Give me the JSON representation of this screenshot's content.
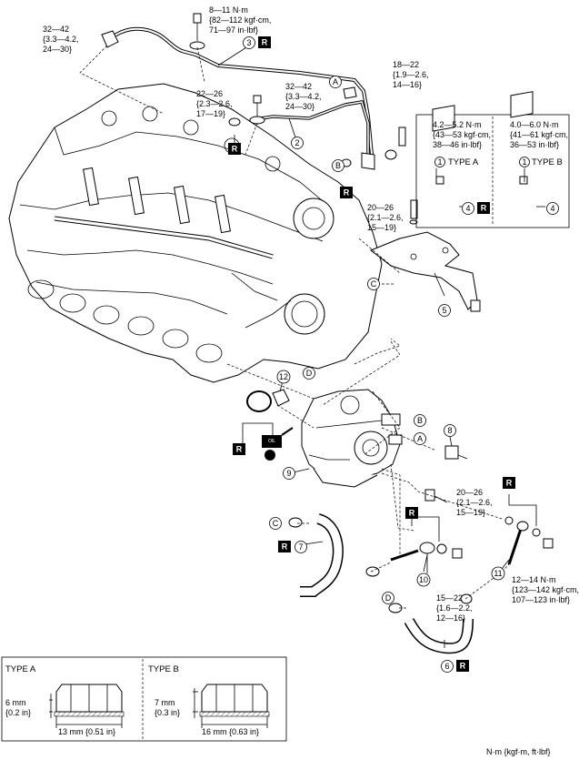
{
  "callouts": [
    {
      "id": "c1a",
      "num": "1"
    },
    {
      "id": "c1b",
      "num": "1"
    },
    {
      "id": "c2",
      "num": "2"
    },
    {
      "id": "c3",
      "num": "3"
    },
    {
      "id": "c4a",
      "num": "4"
    },
    {
      "id": "c4b",
      "num": "4"
    },
    {
      "id": "c5",
      "num": "5"
    },
    {
      "id": "c6",
      "num": "6"
    },
    {
      "id": "c7",
      "num": "7"
    },
    {
      "id": "c8",
      "num": "8"
    },
    {
      "id": "c9",
      "num": "9"
    },
    {
      "id": "c10",
      "num": "10"
    },
    {
      "id": "c11",
      "num": "11"
    },
    {
      "id": "c12",
      "num": "12"
    }
  ],
  "letters": {
    "A": "A",
    "B": "B",
    "C": "C",
    "D": "D"
  },
  "r_mark": "R",
  "oil_label": "OIL",
  "torque": {
    "t1": [
      "8—11 N·m",
      "{82—112 kgf·cm,",
      "71—97 in·lbf}"
    ],
    "t2": [
      "32—42",
      "{3.3—4.2,",
      "24—30}"
    ],
    "t3": [
      "22—26",
      "{2.3—2.6,",
      "17—19}"
    ],
    "t4": [
      "32—42",
      "{3.3—4.2,",
      "24—30}"
    ],
    "t5": [
      "18—22",
      "{1.9—2.6,",
      "14—16}"
    ],
    "t6": [
      "20—26",
      "{2.1—2.6,",
      "15—19}"
    ],
    "t7": [
      "20—26",
      "{2.1—2.6,",
      "15—19}"
    ],
    "t8": [
      "15—22",
      "{1.6—2.2,",
      "12—16}"
    ],
    "t9": [
      "12—14 N·m",
      "{123—142 kgf·cm,",
      "107—123 in·lbf}"
    ],
    "typeA": [
      "4.2—5.2 N·m",
      "{43—53 kgf·cm,",
      "38—46 in·lbf}"
    ],
    "typeB": [
      "4.0—6.0 N·m",
      "{41—61 kgf·cm,",
      "36—53 in·lbf}"
    ]
  },
  "type_labels": {
    "a": "TYPE A",
    "b": "TYPE B"
  },
  "nut_table": {
    "type_a": {
      "label": "TYPE A",
      "height": "6 mm",
      "height_in": "{0.2 in}",
      "width": "13 mm {0.51 in}"
    },
    "type_b": {
      "label": "TYPE B",
      "height": "7 mm",
      "height_in": "{0.3 in}",
      "width": "16 mm {0.63 in}"
    }
  },
  "units_note": "N·m {kgf·m, ft·lbf}"
}
